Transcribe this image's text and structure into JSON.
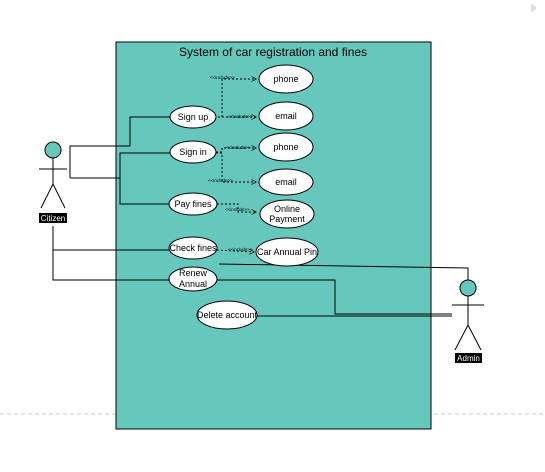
{
  "diagram": {
    "title": "System of car registration and fines",
    "system_color": "#66c8bc",
    "actors": [
      {
        "id": "citizen",
        "label": "Citizen"
      },
      {
        "id": "admin",
        "label": "Admin"
      }
    ],
    "use_cases": {
      "sign_up": "Sign up",
      "sign_in": "Sign in",
      "pay_fines": "Pay fines",
      "check_fines": "Check fines",
      "renew_annual_1": "Renew",
      "renew_annual_2": "Annual",
      "delete_account": "Delete account",
      "phone_1": "phone",
      "email_1": "email",
      "phone_2": "phone",
      "email_2": "email",
      "online_payment_1": "Online",
      "online_payment_2": "Payment",
      "car_annual_pin": "Car Annual Pin"
    },
    "include_label": "<<include>>"
  }
}
